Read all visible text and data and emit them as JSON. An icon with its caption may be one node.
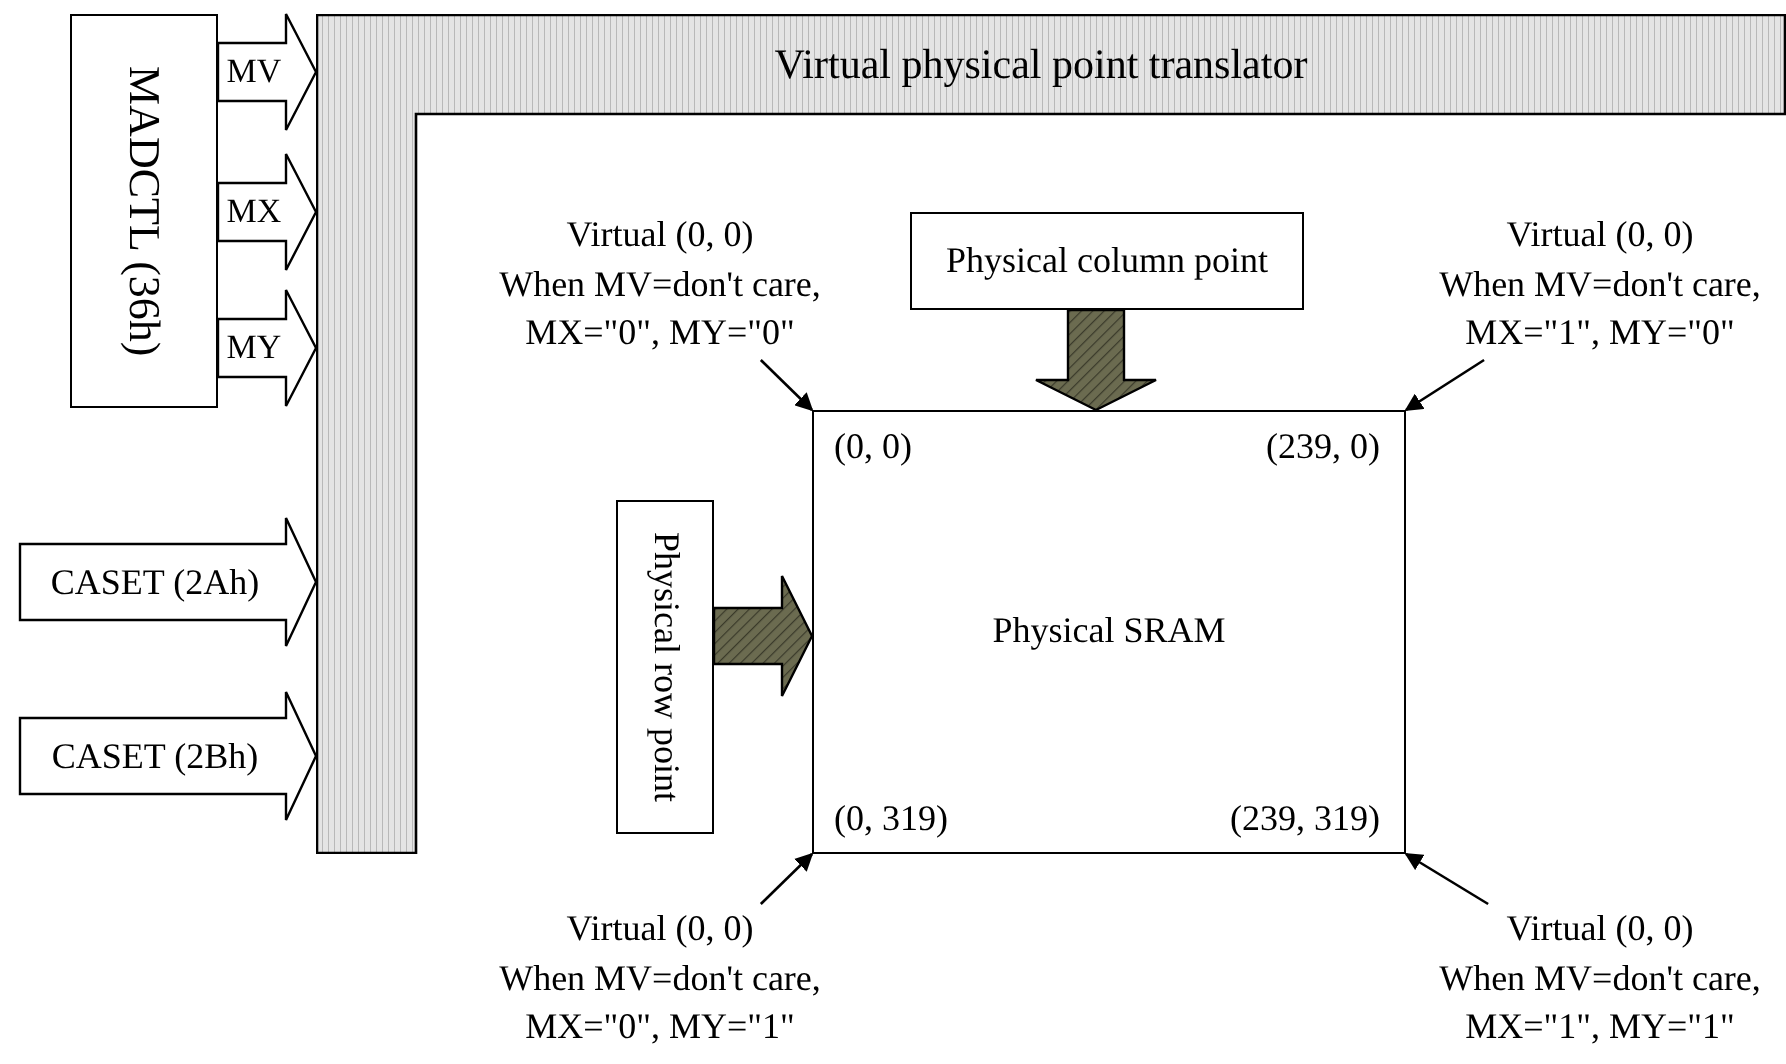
{
  "diagram": {
    "nodes": [
      {
        "text": [
          "MADCTL (36h)"
        ]
      },
      {
        "text": [
          "Virtual physical point translator"
        ]
      },
      {
        "text": [
          "Virtual (0, 0)",
          "When MV=don't care,",
          "MX=\"0\", MY=\"0\""
        ]
      },
      {
        "text": [
          "Physical column point"
        ]
      },
      {
        "text": [
          "Virtual (0, 0)",
          "When MV=don't care,",
          "MX=\"1\", MY=\"0\""
        ]
      },
      {
        "text": [
          "Physical row point"
        ]
      },
      {
        "text": [
          "(0, 0)",
          "(239, 0)",
          "Physical SRAM",
          "(0, 319)",
          "(239, 319)"
        ]
      },
      {
        "text": [
          "Virtual (0, 0)",
          "When MV=don't care,",
          "MX=\"0\", MY=\"1\""
        ]
      },
      {
        "text": [
          "Virtual (0, 0)",
          "When MV=don't care,",
          "MX=\"1\", MY=\"1\""
        ]
      }
    ],
    "edges": [
      {
        "from": 0,
        "to": 1,
        "arrow": "to",
        "label": "MV",
        "style": "thick"
      },
      {
        "from": 0,
        "to": 1,
        "arrow": "to",
        "label": "MX",
        "style": "thick"
      },
      {
        "from": 0,
        "to": 1,
        "arrow": "to",
        "label": "MY",
        "style": "thick"
      },
      {
        "from": null,
        "to": 1,
        "arrow": "to",
        "label": "CASET (2Ah)",
        "style": "thick"
      },
      {
        "from": null,
        "to": 1,
        "arrow": "to",
        "label": "CASET (2Bh)",
        "style": "thick"
      },
      {
        "from": 3,
        "to": 6,
        "arrow": "to",
        "style": "thick",
        "color": "#6b6b50"
      },
      {
        "from": 5,
        "to": 6,
        "arrow": "to",
        "style": "thick",
        "color": "#6b6b50"
      },
      {
        "from": 2,
        "to": 6,
        "arrow": "to"
      },
      {
        "from": 4,
        "to": 6,
        "arrow": "to"
      },
      {
        "from": 7,
        "to": 6,
        "arrow": "to"
      },
      {
        "from": 8,
        "to": 6,
        "arrow": "to"
      }
    ]
  }
}
